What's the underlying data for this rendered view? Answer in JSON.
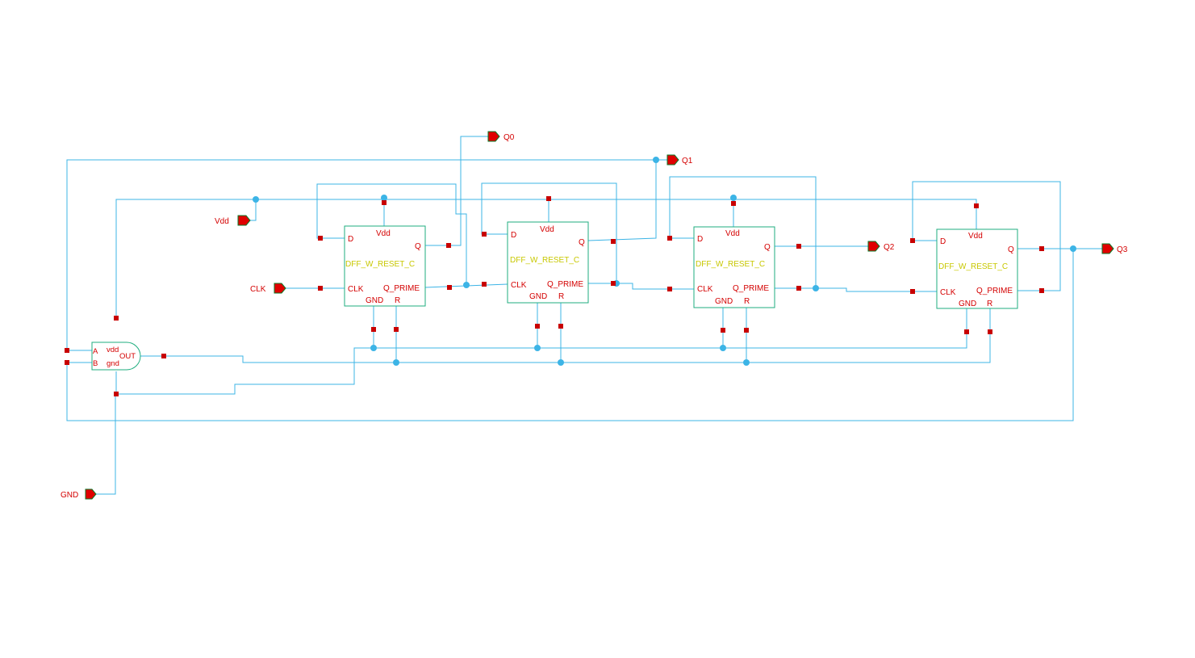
{
  "ports": {
    "vdd": "Vdd",
    "clk": "CLK",
    "gnd": "GND",
    "q0": "Q0",
    "q1": "Q1",
    "q2": "Q2",
    "q3": "Q3"
  },
  "flipflop": {
    "name": "DFF_W_RESET_C",
    "pin_d": "D",
    "pin_vdd": "Vdd",
    "pin_q": "Q",
    "pin_clk": "CLK",
    "pin_qprime": "Q_PRIME",
    "pin_gnd": "GND",
    "pin_r": "R"
  },
  "and_gate": {
    "pin_a": "A",
    "pin_b": "B",
    "pin_vdd": "vdd",
    "pin_gnd": "gnd",
    "pin_out": "OUT"
  },
  "colors": {
    "wire": "#3cb4e6",
    "box": "#1fae7f",
    "pin": "#c80000",
    "label": "#d40000",
    "cell_name": "#c8c800"
  }
}
